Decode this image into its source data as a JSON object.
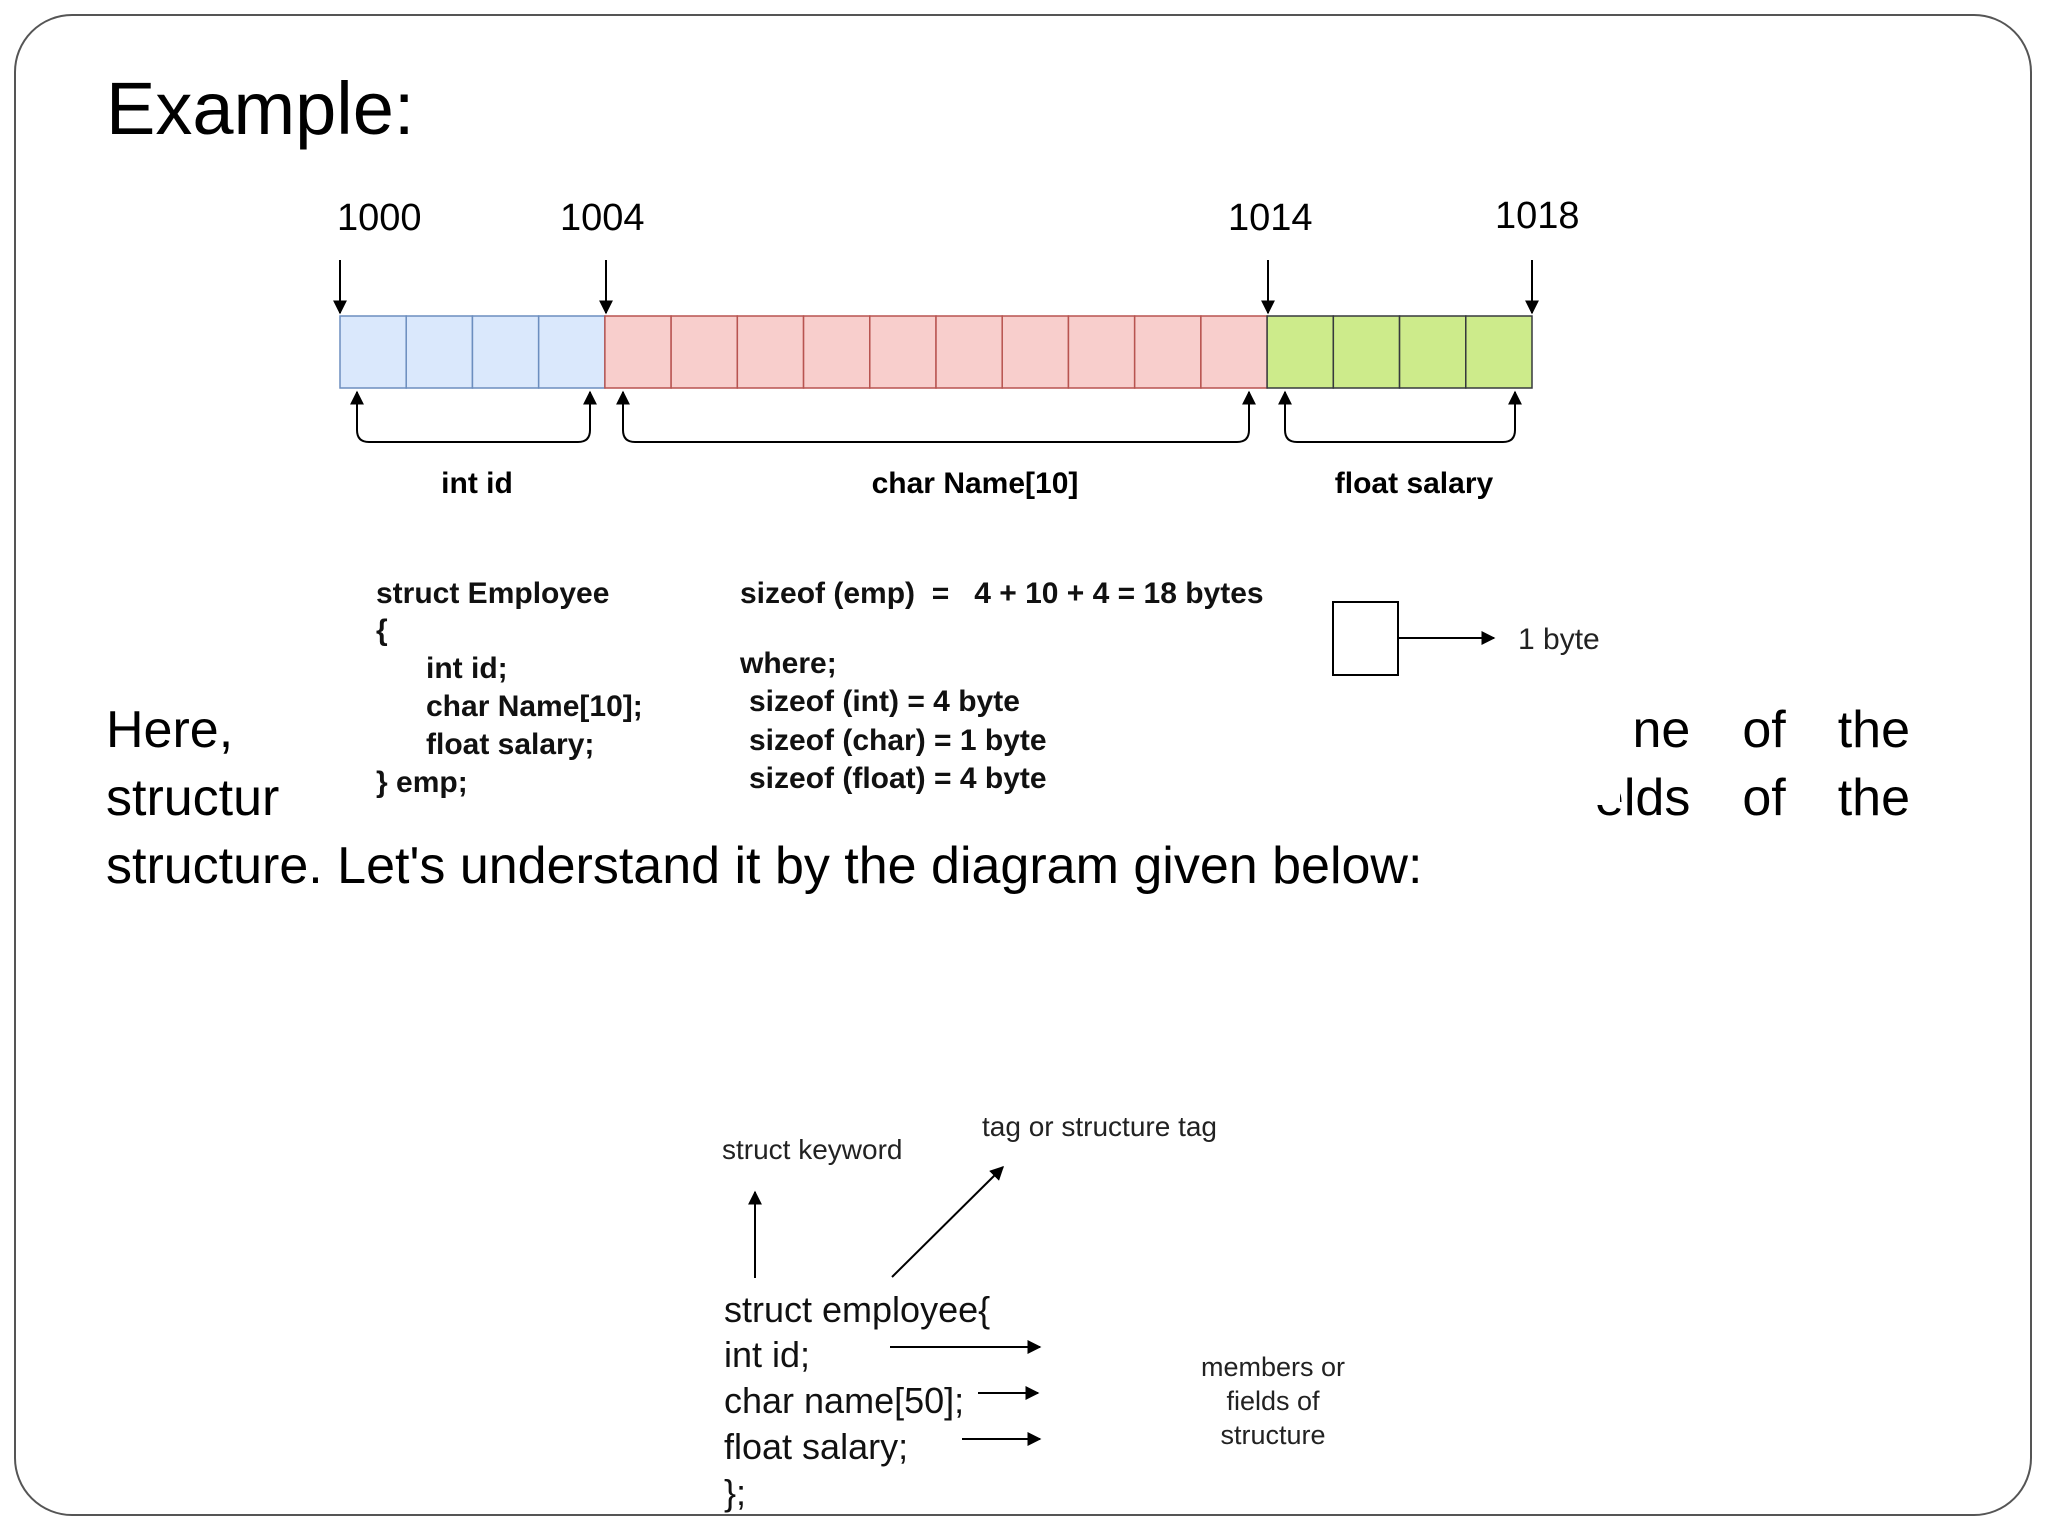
{
  "slide": {
    "title": "Example:",
    "paragraph": {
      "line1_left": "Here,",
      "line1_right": [
        "ne",
        "of",
        "the"
      ],
      "line2_left": "structur",
      "line2_right": [
        "elds",
        "of",
        "the"
      ],
      "line3": "structure. Let's understand it by the diagram given below:"
    }
  },
  "memory_diagram": {
    "addresses": [
      "1000",
      "1004",
      "1014",
      "1018"
    ],
    "fields": [
      {
        "label": "int id",
        "bytes": 4,
        "fill": "#dae8fc",
        "stroke": "#6c8ebf"
      },
      {
        "label": "char Name[10]",
        "bytes": 10,
        "fill": "#f8cecc",
        "stroke": "#b85450"
      },
      {
        "label": "float salary",
        "bytes": 4,
        "fill": "#cdeb8b",
        "stroke": "#36393d"
      }
    ],
    "code": [
      "struct Employee",
      "{",
      "int id;",
      "char Name[10];",
      "float salary;",
      "} emp;"
    ],
    "sizeof_lines": [
      "sizeof (emp)  =   4 + 10 + 4 = 18 bytes",
      "where;",
      "sizeof (int) = 4 byte",
      "sizeof (char) = 1 byte",
      "sizeof (float) = 4 byte"
    ],
    "legend_label": "1 byte"
  },
  "struct_diagram": {
    "keyword_label": "struct keyword",
    "tag_label": "tag or structure tag",
    "code": [
      "struct employee{",
      "int id;",
      "char name[50];",
      "float salary;",
      "};"
    ],
    "members_label": [
      "members or",
      "fields of",
      "structure"
    ]
  }
}
